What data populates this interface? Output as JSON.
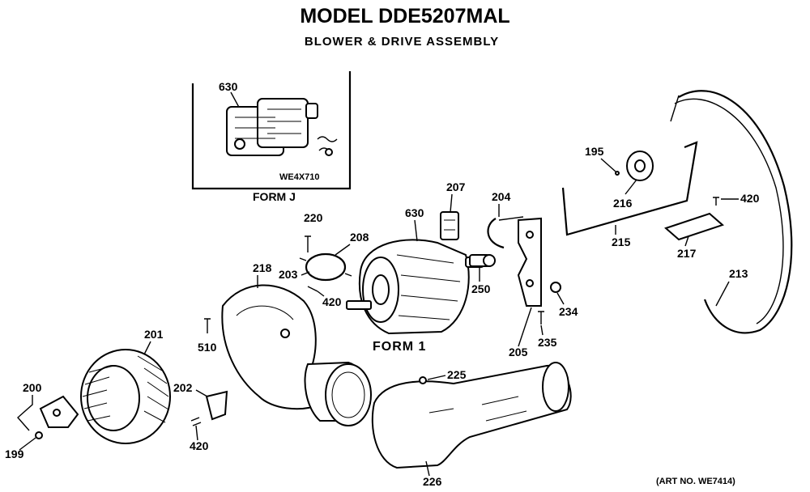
{
  "title": "MODEL DDE5207MAL",
  "subtitle": "BLOWER & DRIVE ASSEMBLY",
  "art_no": "(ART NO. WE7414)",
  "inset": {
    "form_label": "FORM J",
    "part_number": "WE4X710",
    "callout": "630"
  },
  "form_1": "FORM 1",
  "callouts": {
    "c630": "630",
    "c207": "207",
    "c204": "204",
    "c220": "220",
    "c208": "208",
    "c203": "203",
    "c420a": "420",
    "c250": "250",
    "c234": "234",
    "c205": "205",
    "c235": "235",
    "c218": "218",
    "c510": "510",
    "c201": "201",
    "c200": "200",
    "c199": "199",
    "c202": "202",
    "c420b": "420",
    "c225": "225",
    "c226": "226",
    "c195": "195",
    "c216": "216",
    "c215": "215",
    "c217": "217",
    "c420c": "420",
    "c213": "213"
  }
}
